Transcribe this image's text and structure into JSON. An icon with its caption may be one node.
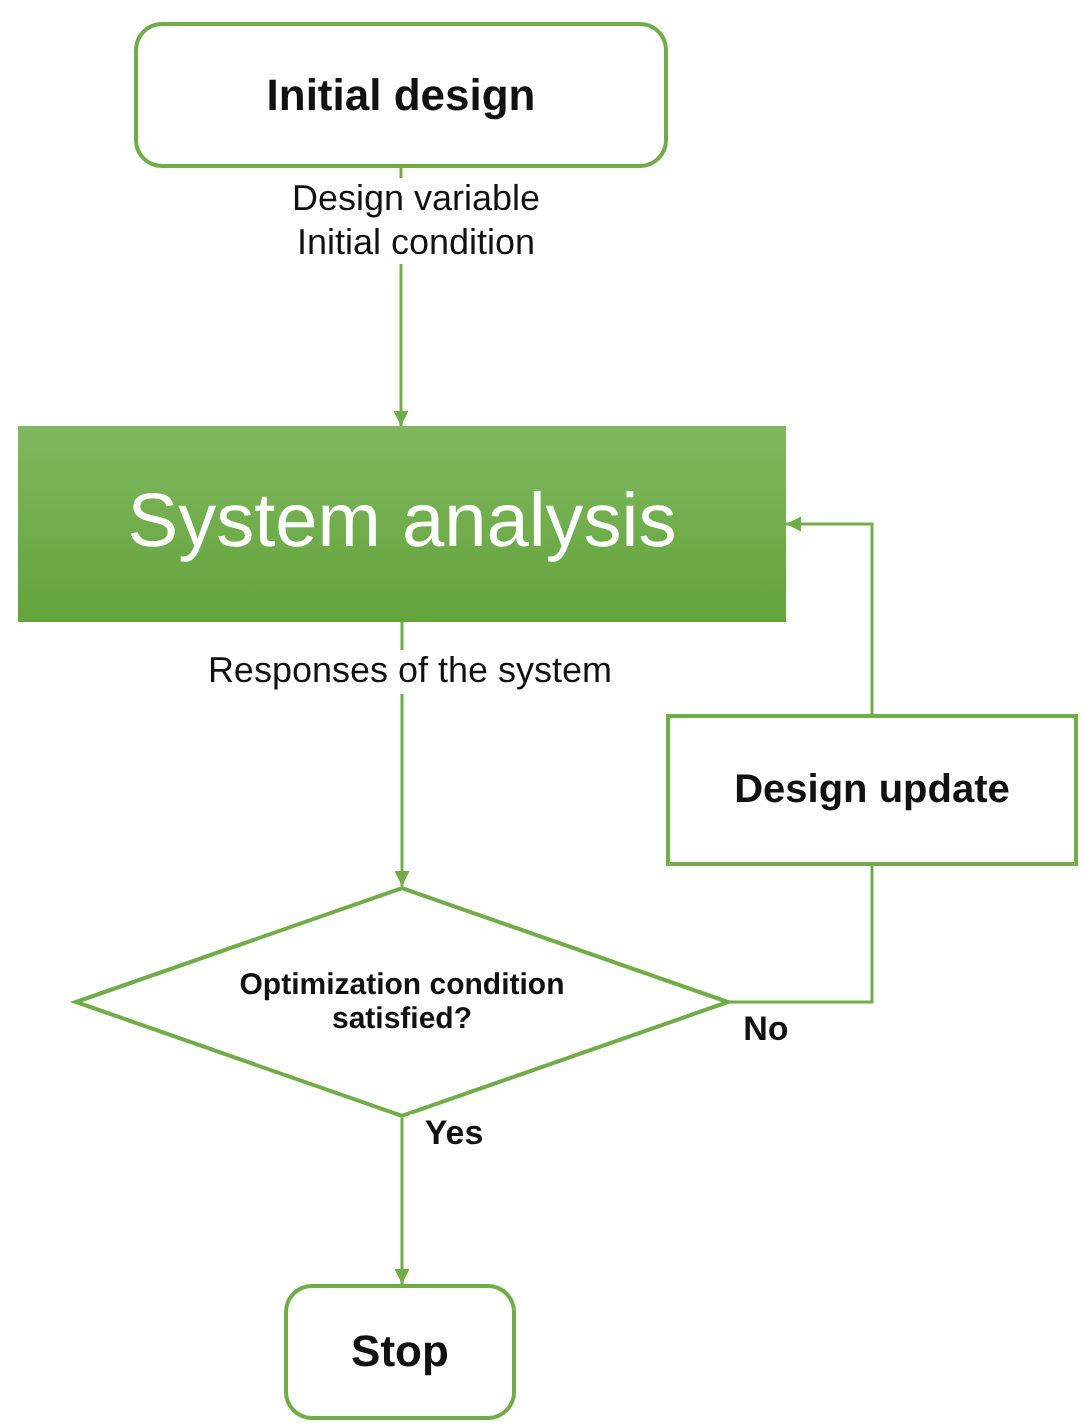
{
  "diagram": {
    "nodes": [
      {
        "text": [
          "Initial design"
        ]
      },
      {
        "text": [
          "System analysis"
        ]
      },
      {
        "text": [
          "Design update"
        ]
      },
      {
        "text": [
          "Optimization condition satisfied?"
        ]
      },
      {
        "text": [
          "Stop"
        ]
      }
    ],
    "edges": [
      {
        "from": 0,
        "to": 1,
        "arrow": "to",
        "label": "Design variable Initial condition"
      },
      {
        "from": 1,
        "to": 3,
        "arrow": "to",
        "label": "Responses of the system"
      },
      {
        "from": 3,
        "to": 2,
        "arrow": "none",
        "label": "No"
      },
      {
        "from": 2,
        "to": 1,
        "arrow": "to"
      },
      {
        "from": 3,
        "to": 4,
        "arrow": "to",
        "label": "Yes"
      }
    ]
  }
}
